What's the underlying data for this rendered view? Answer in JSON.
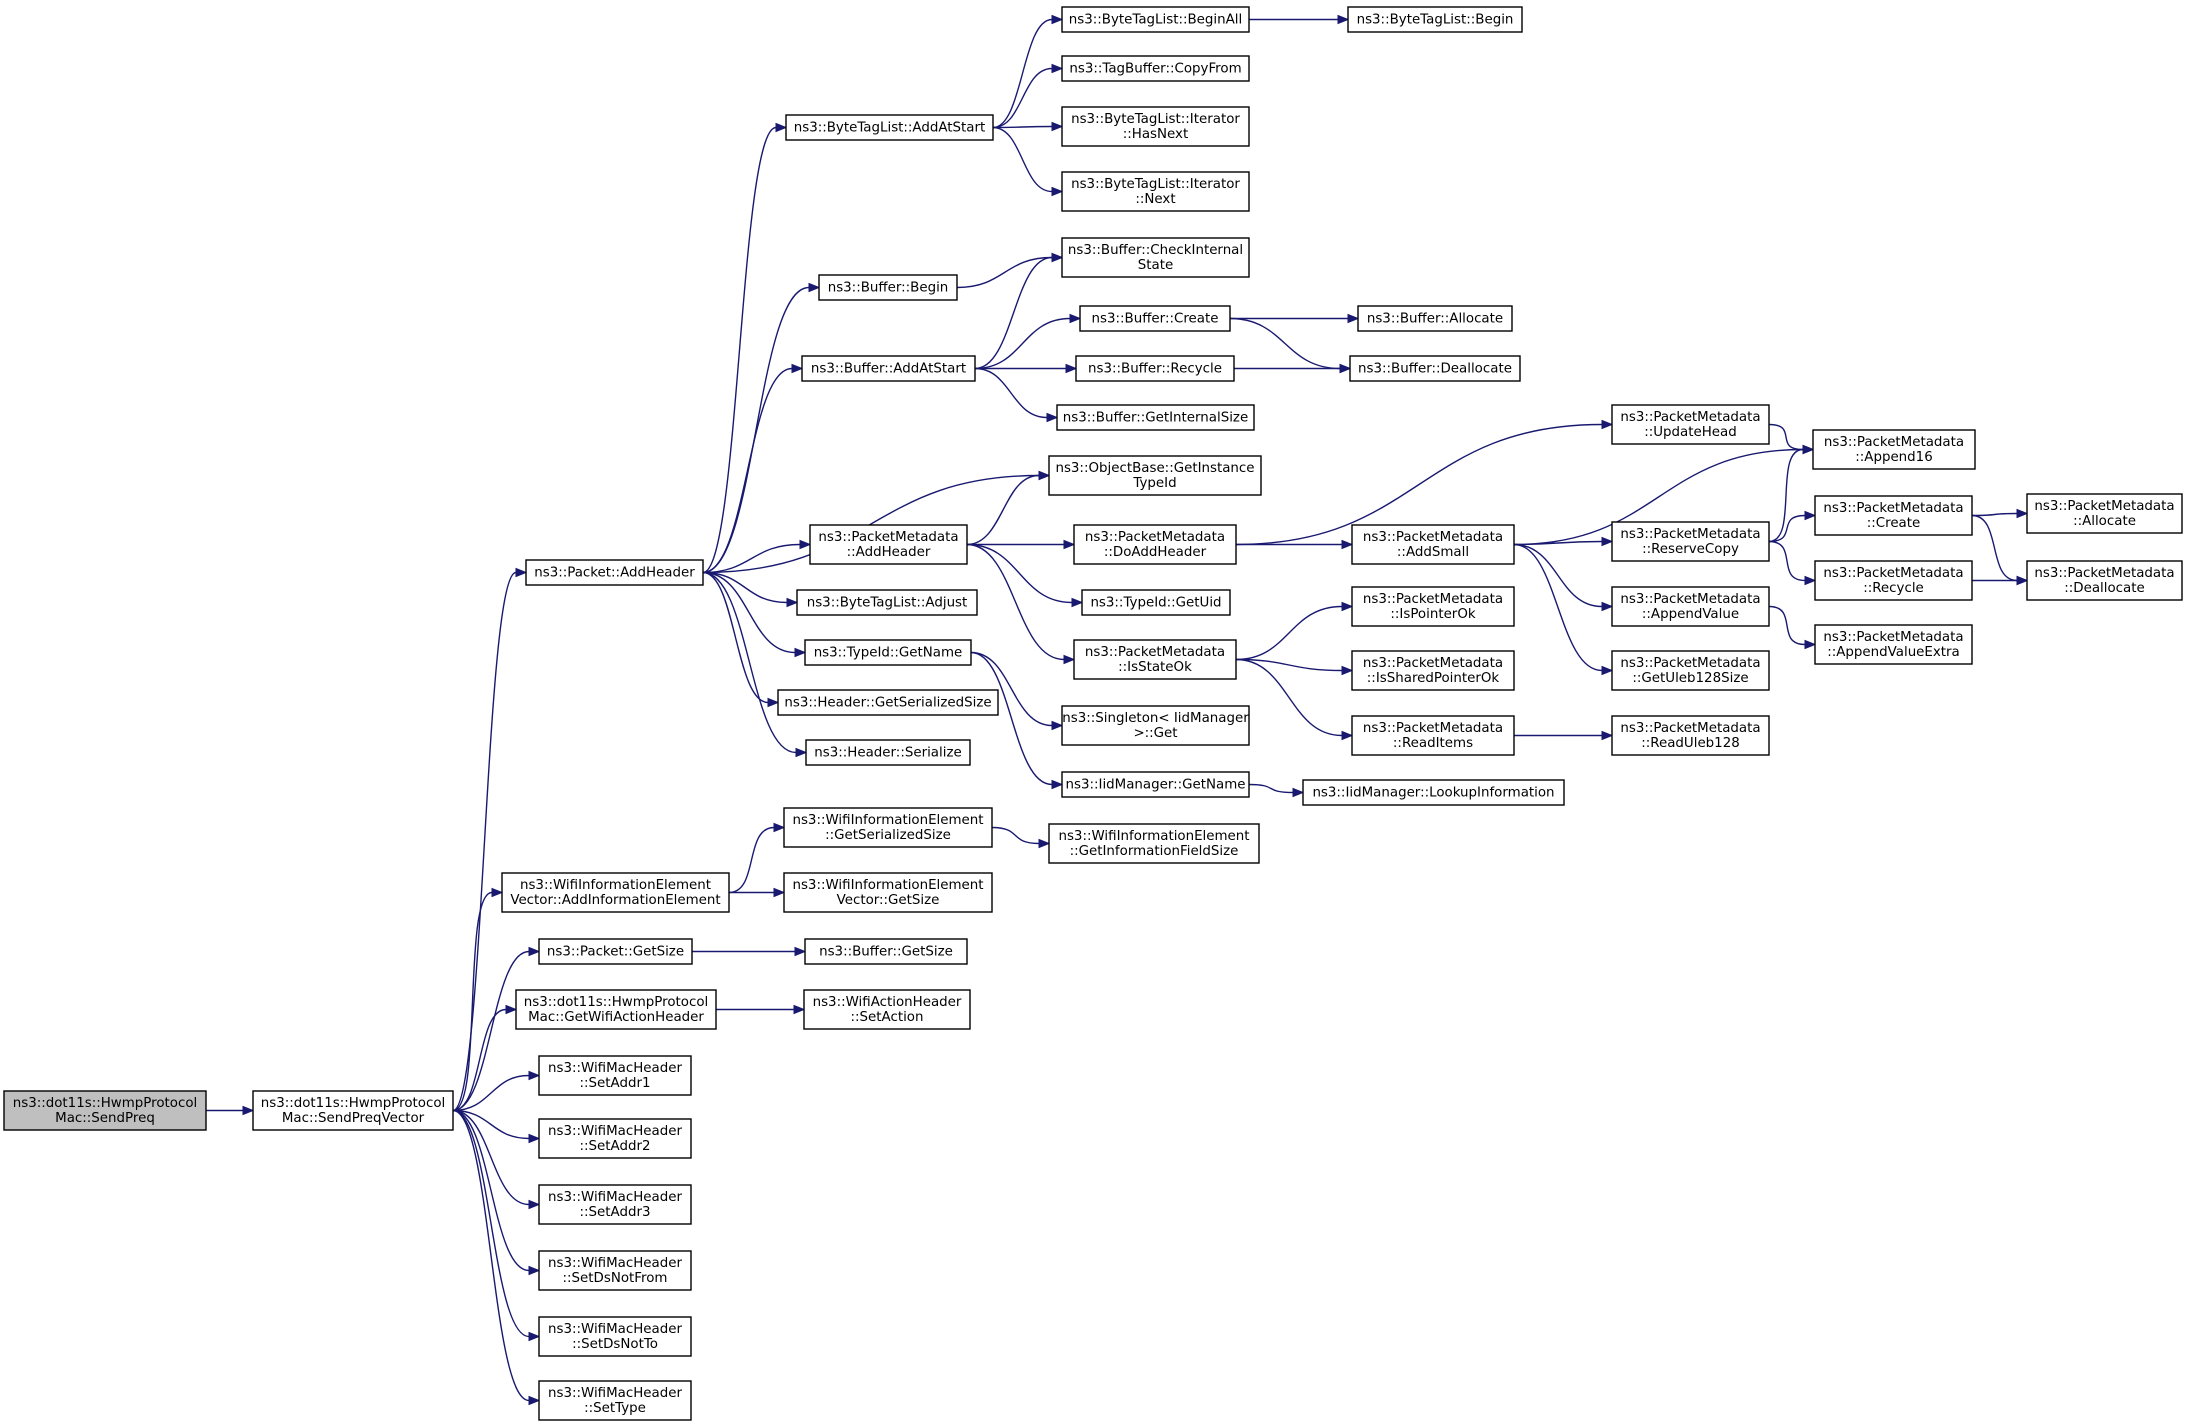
{
  "graph": {
    "nodes": [
      {
        "id": "n0",
        "lines": [
          "ns3::dot11s::HwmpProtocol",
          "Mac::SendPreq"
        ],
        "highlighted": true
      },
      {
        "id": "n1",
        "lines": [
          "ns3::dot11s::HwmpProtocol",
          "Mac::SendPreqVector"
        ]
      },
      {
        "id": "n2",
        "lines": [
          "ns3::Packet::AddHeader"
        ]
      },
      {
        "id": "n3",
        "lines": [
          "ns3::WifiInformationElement",
          "Vector::AddInformationElement"
        ]
      },
      {
        "id": "n4",
        "lines": [
          "ns3::Packet::GetSize"
        ]
      },
      {
        "id": "n5",
        "lines": [
          "ns3::dot11s::HwmpProtocol",
          "Mac::GetWifiActionHeader"
        ]
      },
      {
        "id": "n6",
        "lines": [
          "ns3::WifiMacHeader",
          "::SetAddr1"
        ]
      },
      {
        "id": "n7",
        "lines": [
          "ns3::WifiMacHeader",
          "::SetAddr2"
        ]
      },
      {
        "id": "n8",
        "lines": [
          "ns3::WifiMacHeader",
          "::SetAddr3"
        ]
      },
      {
        "id": "n9",
        "lines": [
          "ns3::WifiMacHeader",
          "::SetDsNotFrom"
        ]
      },
      {
        "id": "n10",
        "lines": [
          "ns3::WifiMacHeader",
          "::SetDsNotTo"
        ]
      },
      {
        "id": "n11",
        "lines": [
          "ns3::WifiMacHeader",
          "::SetType"
        ]
      },
      {
        "id": "n12",
        "lines": [
          "ns3::ByteTagList::AddAtStart"
        ]
      },
      {
        "id": "n13",
        "lines": [
          "ns3::Buffer::Begin"
        ]
      },
      {
        "id": "n14",
        "lines": [
          "ns3::Buffer::AddAtStart"
        ]
      },
      {
        "id": "n15",
        "lines": [
          "ns3::PacketMetadata",
          "::AddHeader"
        ]
      },
      {
        "id": "n16",
        "lines": [
          "ns3::ByteTagList::Adjust"
        ]
      },
      {
        "id": "n17",
        "lines": [
          "ns3::TypeId::GetName"
        ]
      },
      {
        "id": "n18",
        "lines": [
          "ns3::Header::GetSerializedSize"
        ]
      },
      {
        "id": "n19",
        "lines": [
          "ns3::Header::Serialize"
        ]
      },
      {
        "id": "n20",
        "lines": [
          "ns3::WifiInformationElement",
          "::GetSerializedSize"
        ]
      },
      {
        "id": "n21",
        "lines": [
          "ns3::WifiInformationElement",
          "Vector::GetSize"
        ]
      },
      {
        "id": "n22",
        "lines": [
          "ns3::Buffer::GetSize"
        ]
      },
      {
        "id": "n23",
        "lines": [
          "ns3::WifiActionHeader",
          "::SetAction"
        ]
      },
      {
        "id": "n24",
        "lines": [
          "ns3::ByteTagList::BeginAll"
        ]
      },
      {
        "id": "n25",
        "lines": [
          "ns3::TagBuffer::CopyFrom"
        ]
      },
      {
        "id": "n26",
        "lines": [
          "ns3::ByteTagList::Iterator",
          "::HasNext"
        ]
      },
      {
        "id": "n27",
        "lines": [
          "ns3::ByteTagList::Iterator",
          "::Next"
        ]
      },
      {
        "id": "n28",
        "lines": [
          "ns3::Buffer::CheckInternal",
          "State"
        ]
      },
      {
        "id": "n29",
        "lines": [
          "ns3::Buffer::Create"
        ]
      },
      {
        "id": "n30",
        "lines": [
          "ns3::Buffer::Recycle"
        ]
      },
      {
        "id": "n31",
        "lines": [
          "ns3::Buffer::GetInternalSize"
        ]
      },
      {
        "id": "n32",
        "lines": [
          "ns3::ObjectBase::GetInstance",
          "TypeId"
        ]
      },
      {
        "id": "n33",
        "lines": [
          "ns3::PacketMetadata",
          "::DoAddHeader"
        ]
      },
      {
        "id": "n34",
        "lines": [
          "ns3::TypeId::GetUid"
        ]
      },
      {
        "id": "n35",
        "lines": [
          "ns3::PacketMetadata",
          "::IsStateOk"
        ]
      },
      {
        "id": "n36",
        "lines": [
          "ns3::Singleton< IidManager",
          " >::Get"
        ]
      },
      {
        "id": "n37",
        "lines": [
          "ns3::IidManager::GetName"
        ]
      },
      {
        "id": "n38",
        "lines": [
          "ns3::WifiInformationElement",
          "::GetInformationFieldSize"
        ]
      },
      {
        "id": "n39",
        "lines": [
          "ns3::ByteTagList::Begin"
        ]
      },
      {
        "id": "n40",
        "lines": [
          "ns3::Buffer::Allocate"
        ]
      },
      {
        "id": "n41",
        "lines": [
          "ns3::Buffer::Deallocate"
        ]
      },
      {
        "id": "n42",
        "lines": [
          "ns3::PacketMetadata",
          "::UpdateHead"
        ]
      },
      {
        "id": "n43",
        "lines": [
          "ns3::PacketMetadata",
          "::AddSmall"
        ]
      },
      {
        "id": "n44",
        "lines": [
          "ns3::PacketMetadata",
          "::IsPointerOk"
        ]
      },
      {
        "id": "n45",
        "lines": [
          "ns3::PacketMetadata",
          "::IsSharedPointerOk"
        ]
      },
      {
        "id": "n46",
        "lines": [
          "ns3::PacketMetadata",
          "::ReadItems"
        ]
      },
      {
        "id": "n47",
        "lines": [
          "ns3::IidManager::LookupInformation"
        ]
      },
      {
        "id": "n48",
        "lines": [
          "ns3::PacketMetadata",
          "::Append16"
        ]
      },
      {
        "id": "n49",
        "lines": [
          "ns3::PacketMetadata",
          "::ReserveCopy"
        ]
      },
      {
        "id": "n50",
        "lines": [
          "ns3::PacketMetadata",
          "::AppendValue"
        ]
      },
      {
        "id": "n51",
        "lines": [
          "ns3::PacketMetadata",
          "::GetUleb128Size"
        ]
      },
      {
        "id": "n52",
        "lines": [
          "ns3::PacketMetadata",
          "::ReadUleb128"
        ]
      },
      {
        "id": "n53",
        "lines": [
          "ns3::PacketMetadata",
          "::Create"
        ]
      },
      {
        "id": "n54",
        "lines": [
          "ns3::PacketMetadata",
          "::Recycle"
        ]
      },
      {
        "id": "n55",
        "lines": [
          "ns3::PacketMetadata",
          "::AppendValueExtra"
        ]
      },
      {
        "id": "n56",
        "lines": [
          "ns3::PacketMetadata",
          "::Allocate"
        ]
      },
      {
        "id": "n57",
        "lines": [
          "ns3::PacketMetadata",
          "::Deallocate"
        ]
      }
    ],
    "edges": [
      [
        "n0",
        "n1"
      ],
      [
        "n1",
        "n2"
      ],
      [
        "n1",
        "n3"
      ],
      [
        "n1",
        "n4"
      ],
      [
        "n1",
        "n5"
      ],
      [
        "n1",
        "n6"
      ],
      [
        "n1",
        "n7"
      ],
      [
        "n1",
        "n8"
      ],
      [
        "n1",
        "n9"
      ],
      [
        "n1",
        "n10"
      ],
      [
        "n1",
        "n11"
      ],
      [
        "n2",
        "n12"
      ],
      [
        "n2",
        "n13"
      ],
      [
        "n2",
        "n14"
      ],
      [
        "n2",
        "n32"
      ],
      [
        "n2",
        "n15"
      ],
      [
        "n2",
        "n16"
      ],
      [
        "n2",
        "n17"
      ],
      [
        "n2",
        "n18"
      ],
      [
        "n2",
        "n19"
      ],
      [
        "n3",
        "n20"
      ],
      [
        "n3",
        "n21"
      ],
      [
        "n4",
        "n22"
      ],
      [
        "n5",
        "n23"
      ],
      [
        "n12",
        "n24"
      ],
      [
        "n12",
        "n25"
      ],
      [
        "n12",
        "n26"
      ],
      [
        "n12",
        "n27"
      ],
      [
        "n24",
        "n39"
      ],
      [
        "n13",
        "n28"
      ],
      [
        "n14",
        "n28"
      ],
      [
        "n14",
        "n29"
      ],
      [
        "n14",
        "n30"
      ],
      [
        "n14",
        "n31"
      ],
      [
        "n29",
        "n40"
      ],
      [
        "n29",
        "n41"
      ],
      [
        "n30",
        "n41"
      ],
      [
        "n15",
        "n32"
      ],
      [
        "n15",
        "n33"
      ],
      [
        "n15",
        "n34"
      ],
      [
        "n15",
        "n35"
      ],
      [
        "n33",
        "n42"
      ],
      [
        "n33",
        "n43"
      ],
      [
        "n42",
        "n48"
      ],
      [
        "n43",
        "n48"
      ],
      [
        "n43",
        "n49"
      ],
      [
        "n43",
        "n50"
      ],
      [
        "n43",
        "n51"
      ],
      [
        "n35",
        "n44"
      ],
      [
        "n35",
        "n45"
      ],
      [
        "n35",
        "n46"
      ],
      [
        "n46",
        "n52"
      ],
      [
        "n17",
        "n36"
      ],
      [
        "n17",
        "n37"
      ],
      [
        "n37",
        "n47"
      ],
      [
        "n20",
        "n38"
      ],
      [
        "n49",
        "n48"
      ],
      [
        "n49",
        "n53"
      ],
      [
        "n49",
        "n54"
      ],
      [
        "n53",
        "n56"
      ],
      [
        "n53",
        "n57"
      ],
      [
        "n54",
        "n57"
      ],
      [
        "n50",
        "n55"
      ]
    ]
  }
}
